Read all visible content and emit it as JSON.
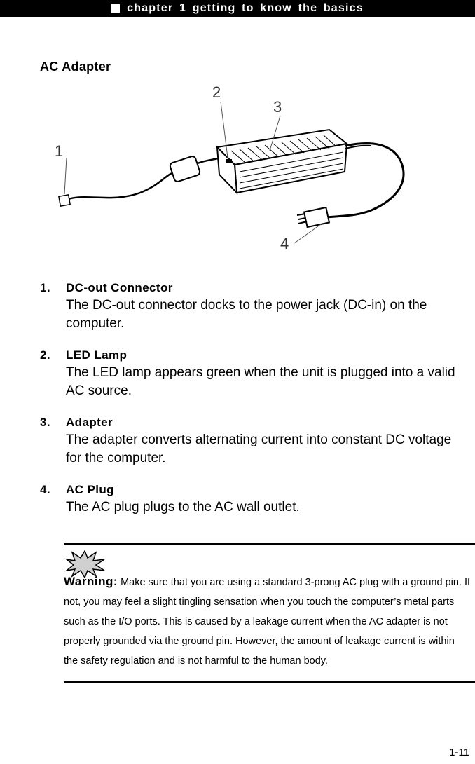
{
  "header": {
    "chapter_title": "chapter 1 getting to know the basics"
  },
  "section": {
    "title": "AC Adapter"
  },
  "figure": {
    "callouts": [
      "1",
      "2",
      "3",
      "4"
    ]
  },
  "items": [
    {
      "number": "1.",
      "title": "DC-out Connector",
      "description": "The DC-out connector docks to the power jack (DC-in) on the computer."
    },
    {
      "number": "2.",
      "title": "LED Lamp",
      "description": "The LED lamp appears green when the unit is plugged into a valid AC source."
    },
    {
      "number": "3.",
      "title": "Adapter",
      "description": "The adapter converts alternating current into constant DC voltage for the computer."
    },
    {
      "number": "4.",
      "title": "AC Plug",
      "description": "The AC plug plugs to the AC wall outlet."
    }
  ],
  "warning": {
    "icon": "warning-burst-icon",
    "label": "Warning:",
    "text": "Make sure that you are using a standard 3-prong AC plug with a ground pin. If not, you may feel a slight tingling sensation when you touch the computer’s metal parts such as the I/O ports. This is caused by a leakage current when the AC adapter is not properly grounded via the ground pin. However, the amount of leakage current is within the safety regulation and is not harmful to the human body."
  },
  "footer": {
    "page_number": "1-11"
  }
}
